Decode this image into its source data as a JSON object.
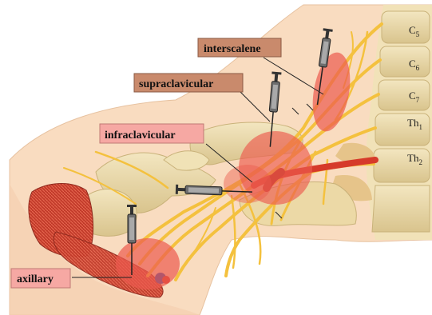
{
  "blocks": {
    "interscalene": {
      "label": "interscalene",
      "box_color": "#c98a6c"
    },
    "supraclavicular": {
      "label": "supraclavicular",
      "box_color": "#c98a6c"
    },
    "infraclavicular": {
      "label": "infraclavicular",
      "box_color": "#f6a8a3"
    },
    "axillary": {
      "label": "axillary",
      "box_color": "#f6a8a3"
    }
  },
  "vertebrae": [
    {
      "main": "C",
      "sub": "5"
    },
    {
      "main": "C",
      "sub": "6"
    },
    {
      "main": "C",
      "sub": "7"
    },
    {
      "main": "Th",
      "sub": "1"
    },
    {
      "main": "Th",
      "sub": "2"
    }
  ],
  "colors": {
    "skin": "#f9dcc0",
    "bone": "#ead8a8",
    "nerve": "#f4c13e",
    "muscle": "#c0392b",
    "block_zone": "#ec5a4e",
    "artery": "#d63a2a",
    "vein": "#2b4fb0"
  },
  "icons": [
    "syringe-icon"
  ]
}
